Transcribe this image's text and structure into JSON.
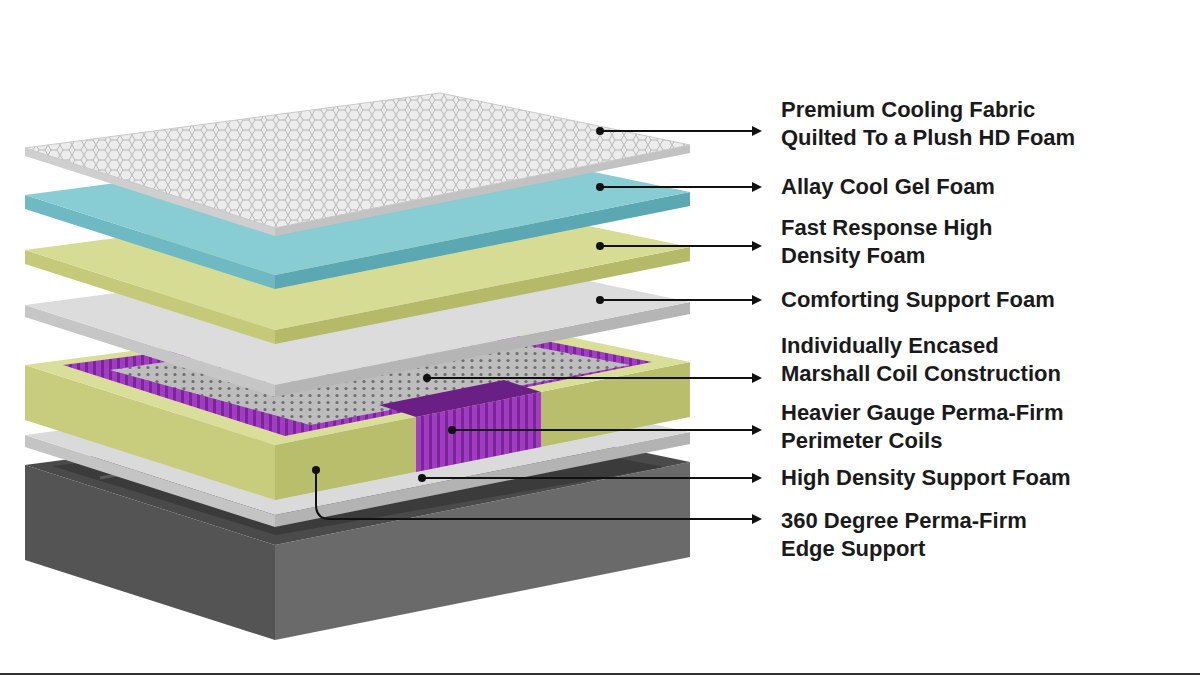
{
  "diagram": {
    "labels": [
      "Premium Cooling Fabric Quilted To a Plush HD Foam",
      "Allay Cool Gel Foam",
      "Fast Response High Density Foam",
      "Comforting Support Foam",
      "Individually Encased Marshall Coil Construction",
      "Heavier Gauge Perma-Firm Perimeter Coils",
      "High Density Support Foam",
      "360 Degree Perma-Firm Edge Support"
    ]
  }
}
